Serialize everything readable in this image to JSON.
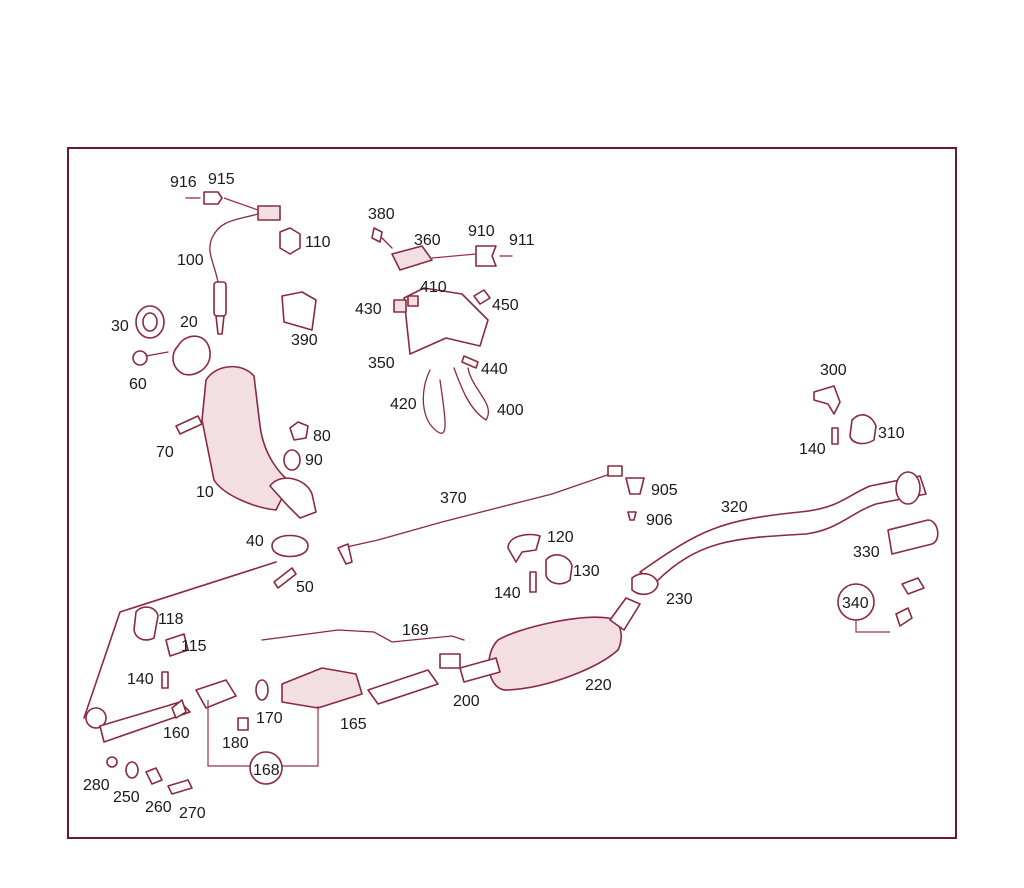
{
  "colors": {
    "line": "#8a2a3c",
    "frame": "#6b1a2a",
    "text": "#1a1a1a",
    "background": "#ffffff"
  },
  "labels": {
    "p916": "916",
    "p915": "915",
    "p110": "110",
    "p100": "100",
    "p380": "380",
    "p360": "360",
    "p910": "910",
    "p911": "911",
    "p410": "410",
    "p430": "430",
    "p450": "450",
    "p350": "350",
    "p440": "440",
    "p420": "420",
    "p400": "400",
    "p390": "390",
    "p30": "30",
    "p20": "20",
    "p60": "60",
    "p70": "70",
    "p80": "80",
    "p90": "90",
    "p10": "10",
    "p300": "300",
    "p310": "310",
    "p140a": "140",
    "p370": "370",
    "p905": "905",
    "p906": "906",
    "p320": "320",
    "p40": "40",
    "p50": "50",
    "p120": "120",
    "p130": "130",
    "p140b": "140",
    "p330": "330",
    "p230": "230",
    "p340": "340",
    "p118": "118",
    "p115": "115",
    "p169": "169",
    "p140c": "140",
    "p200": "200",
    "p220": "220",
    "p170": "170",
    "p165": "165",
    "p160": "160",
    "p180": "180",
    "p168": "168",
    "p280": "280",
    "p250": "250",
    "p260": "260",
    "p270": "270"
  }
}
